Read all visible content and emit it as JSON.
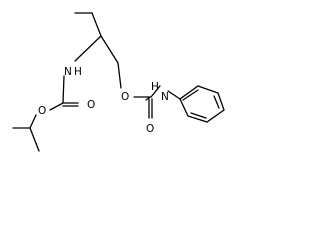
{
  "molecule": {
    "atom_labels": {
      "nh_left": "N",
      "h_left": "H",
      "o_left_ester": "O",
      "o_left_carbonyl": "O",
      "o_right_ester": "O",
      "o_right_carbonyl": "O",
      "nh_right": "N",
      "h_right": "H"
    }
  }
}
